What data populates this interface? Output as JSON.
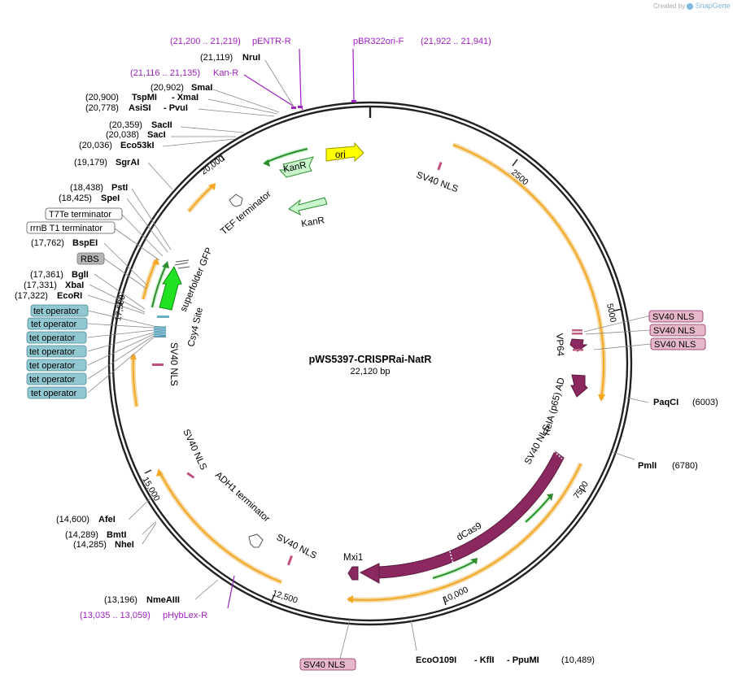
{
  "header": {
    "created_by": "Created by",
    "brand": "SnapGene"
  },
  "plasmid": {
    "name": "pWS5397-CRISPRai-NatR",
    "size_label": "22,120 bp"
  },
  "ticks": [
    "2500",
    "5000",
    "7500",
    "10,000",
    "12,500",
    "15,000",
    "17,500",
    "20,000"
  ],
  "primers": {
    "pentr": {
      "range": "(21,200 .. 21,219)",
      "name": "pENTR-R"
    },
    "kanr": {
      "range": "(21,116 .. 21,135)",
      "name": "Kan-R"
    },
    "pbr": {
      "name": "pBR322ori-F",
      "range": "(21,922 .. 21,941)"
    },
    "phyb": {
      "range": "(13,035 .. 13,059)",
      "name": "pHybLex-R"
    }
  },
  "enzymes": {
    "nrui": {
      "pos": "(21,119)",
      "name": "NruI"
    },
    "smai": {
      "pos": "(20,902)",
      "name": "SmaI"
    },
    "tspmi": {
      "pos": "(20,900)",
      "name": "TspMI",
      "name2": "- XmaI"
    },
    "asisi": {
      "pos": "(20,778)",
      "name": "AsiSI",
      "name2": "- PvuI"
    },
    "sacii": {
      "pos": "(20,359)",
      "name": "SacII"
    },
    "saci": {
      "pos": "(20,038)",
      "name": "SacI"
    },
    "eco53ki": {
      "pos": "(20,036)",
      "name": "Eco53kI"
    },
    "sgrai": {
      "pos": "(19,179)",
      "name": "SgrAI"
    },
    "psti": {
      "pos": "(18,438)",
      "name": "PstI"
    },
    "spei": {
      "pos": "(18,425)",
      "name": "SpeI"
    },
    "bspei": {
      "pos": "(17,762)",
      "name": "BspEI"
    },
    "bgli": {
      "pos": "(17,361)",
      "name": "BglI"
    },
    "xbai": {
      "pos": "(17,331)",
      "name": "XbaI"
    },
    "ecori": {
      "pos": "(17,322)",
      "name": "EcoRI"
    },
    "paqci": {
      "name": "PaqCI",
      "pos": "(6003)"
    },
    "pmli": {
      "name": "PmlI",
      "pos": "(6780)"
    },
    "afei": {
      "pos": "(14,600)",
      "name": "AfeI"
    },
    "bmti": {
      "pos": "(14,289)",
      "name": "BmtI"
    },
    "nhei": {
      "pos": "(14,285)",
      "name": "NheI"
    },
    "nmeaiii": {
      "pos": "(13,196)",
      "name": "NmeAIII"
    },
    "eco109": {
      "name": "EcoO109I",
      "name2": "- KflI",
      "name3": "- PpuMI",
      "pos": "(10,489)"
    }
  },
  "boxes": {
    "t7te": "T7Te terminator",
    "rrnb": "rrnB T1 terminator",
    "rbs": "RBS",
    "tet": [
      "tet operator",
      "tet operator",
      "tet operator",
      "tet operator",
      "tet operator",
      "tet operator",
      "tet operator"
    ],
    "sv40_right": [
      "SV40 NLS",
      "SV40 NLS",
      "SV40 NLS"
    ],
    "sv40_bottom": "SV40 NLS"
  },
  "features": {
    "kanr_inner": "KanR",
    "ori": "ori",
    "kanr_outer": "KanR",
    "tef": "TEF terminator",
    "sfgfp": "superfolder GFP",
    "csy4": "Csy4 Site",
    "sv40_left": "SV40 NLS",
    "sv40_top": "SV40 NLS",
    "vp64": "VP64",
    "rela": "RelA (p65) AD",
    "sv40_mid": "SV40 NLS",
    "dcas9": "dCas9",
    "mxi1": "Mxi1",
    "sv40_bl": "SV40 NLS",
    "adh1": "ADH1 terminator",
    "sv40_b": "SV40 NLS"
  },
  "colors": {
    "backbone": "#222222",
    "orf": "#f5a623",
    "orf_glow": "#f3d9a3",
    "primer": "#a020c0",
    "cds": "#8b2860",
    "kanr": "#c9f5cc",
    "gfp": "#22e022",
    "ori": "#ffff00",
    "tet": "#90c7d0",
    "nls_box": "#e6b7c9",
    "rbs": "#b3b3b3"
  }
}
